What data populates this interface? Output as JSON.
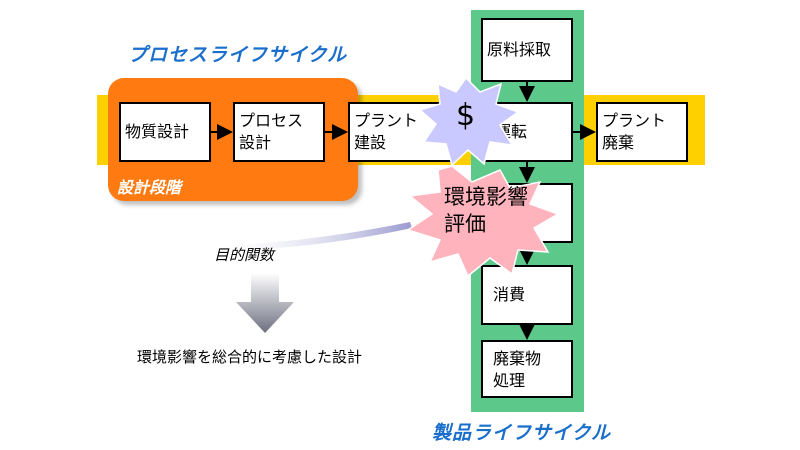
{
  "titles": {
    "process_lifecycle": "プロセスライフサイクル",
    "product_lifecycle": "製品ライフサイクル",
    "design_phase": "設計段階"
  },
  "process_boxes": {
    "material_design": "物質設計",
    "process_design_line1": "プロセス",
    "process_design_line2": "設計",
    "plant_build_line1": "プラント",
    "plant_build_line2": "建設",
    "operation": "運転",
    "plant_disposal_line1": "プラント",
    "plant_disposal_line2": "廃棄"
  },
  "product_boxes": {
    "raw_material": "原料採取",
    "consumption": "消費",
    "waste_line1": "廃棄物",
    "waste_line2": "処理"
  },
  "bursts": {
    "cost_symbol": "$",
    "env_line1": "環境影響",
    "env_line2": "評価"
  },
  "annotations": {
    "objective_function": "目的関数",
    "conclusion": "環境影響を総合的に考慮した設計"
  },
  "colors": {
    "yellow_band": "#ffd000",
    "green_band": "#5cc98a",
    "orange_block": "#ff7a10",
    "title_blue": "#1a6fcc",
    "cost_burst": "#c9c9ff",
    "env_burst": "#ffb3bd"
  }
}
